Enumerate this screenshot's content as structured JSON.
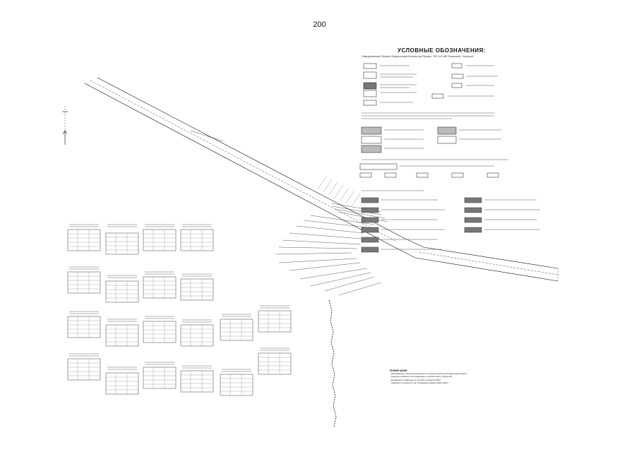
{
  "page": {
    "number": "200"
  },
  "legend": {
    "title": "УСЛОВНЫЕ ОБОЗНАЧЕНИЯ:",
    "subtitle": "Свердловская Пермь-Обделочный-Коллектор/Проект \"ВЛ 110 кВ Пермский - Калугин\""
  },
  "notes": {
    "title": "ПРИМЕЧАНИЕ:",
    "lines": [
      "- Изображение объектов выполнено по данным публичной кадастровой карты",
      "- Границы охранных зон приведены в соответствии с проектом",
      "- Координаты приведены в системе координат МСК",
      "- Сведения уточняются при проведении кадастровых работ"
    ]
  },
  "colors": {
    "ink": "#111111",
    "hatch": "#555555",
    "grey_fill": "#777777",
    "light_fill": "#bbbbbb"
  },
  "icons": [
    "north-arrow-icon",
    "compass-icon"
  ]
}
